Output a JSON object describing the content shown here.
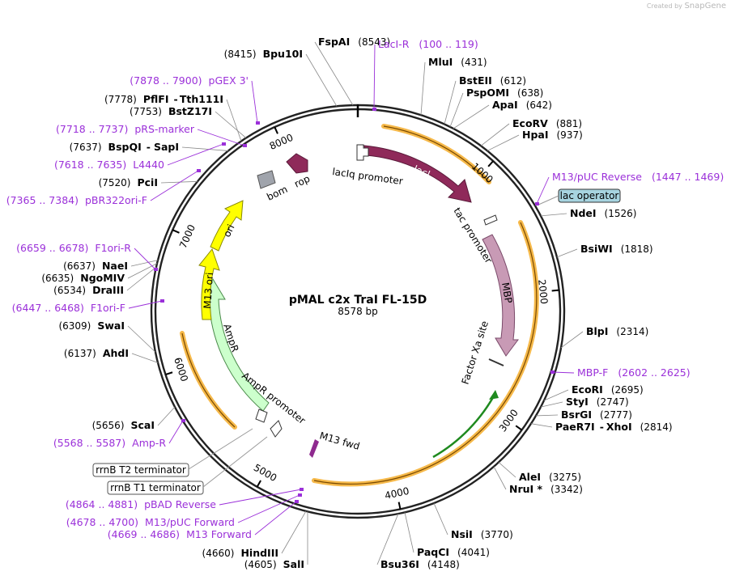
{
  "watermark": {
    "prefix": "Created by",
    "brand": "SnapGene"
  },
  "plasmid": {
    "name": "pMAL c2x TraI FL-15D",
    "size_label": "8578 bp",
    "length": 8578
  },
  "ticks": [
    "1000",
    "2000",
    "3000",
    "4000",
    "5000",
    "6000",
    "7000",
    "8000"
  ],
  "enzymes_right": [
    {
      "name": "FspAI",
      "pos": "(8543)"
    },
    {
      "name": "MluI",
      "pos": "(431)"
    },
    {
      "name": "BstEII",
      "pos": "(612)"
    },
    {
      "name": "PspOMI",
      "pos": "(638)"
    },
    {
      "name": "ApaI",
      "pos": "(642)"
    },
    {
      "name": "EcoRV",
      "pos": "(881)"
    },
    {
      "name": "HpaI",
      "pos": "(937)"
    },
    {
      "name": "NdeI",
      "pos": "(1526)"
    },
    {
      "name": "BsiWI",
      "pos": "(1818)"
    },
    {
      "name": "BlpI",
      "pos": "(2314)"
    },
    {
      "name": "EcoRI",
      "pos": "(2695)"
    },
    {
      "name": "StyI",
      "pos": "(2747)"
    },
    {
      "name": "BsrGI",
      "pos": "(2777)"
    },
    {
      "name": "PaeR7I",
      "name2": "XhoI",
      "pos": "(2814)"
    },
    {
      "name": "AleI",
      "pos": "(3275)"
    },
    {
      "name": "NruI *",
      "pos": "(3342)"
    },
    {
      "name": "NsiI",
      "pos": "(3770)"
    },
    {
      "name": "PaqCI",
      "pos": "(4041)"
    },
    {
      "name": "Bsu36I",
      "pos": "(4148)"
    }
  ],
  "enzymes_left": [
    {
      "name": "Bpu10I",
      "pos": "(8415)"
    },
    {
      "name": "PflFI",
      "name2": "Tth111I",
      "pos": "(7778)"
    },
    {
      "name": "BstZ17I",
      "pos": "(7753)"
    },
    {
      "name": "BspQI",
      "name2": "SapI",
      "pos": "(7637)"
    },
    {
      "name": "PciI",
      "pos": "(7520)"
    },
    {
      "name": "NaeI",
      "pos": "(6637)"
    },
    {
      "name": "NgoMIV",
      "pos": "(6635)"
    },
    {
      "name": "DraIII",
      "pos": "(6534)"
    },
    {
      "name": "SwaI",
      "pos": "(6309)"
    },
    {
      "name": "AhdI",
      "pos": "(6137)"
    },
    {
      "name": "ScaI",
      "pos": "(5656)"
    },
    {
      "name": "HindIII",
      "pos": "(4660)"
    },
    {
      "name": "SalI",
      "pos": "(4605)"
    }
  ],
  "primers": [
    {
      "name": "LacI-R",
      "range": "(100 .. 119)"
    },
    {
      "name": "M13/pUC Reverse",
      "range": "(1447 .. 1469)"
    },
    {
      "name": "MBP-F",
      "range": "(2602 .. 2625)"
    },
    {
      "name": "pGEX 3'",
      "range": "(7878 .. 7900)"
    },
    {
      "name": "pRS-marker",
      "range": "(7718 .. 7737)"
    },
    {
      "name": "L4440",
      "range": "(7618 .. 7635)"
    },
    {
      "name": "pBR322ori-F",
      "range": "(7365 .. 7384)"
    },
    {
      "name": "F1ori-R",
      "range": "(6659 .. 6678)"
    },
    {
      "name": "F1ori-F",
      "range": "(6447 .. 6468)"
    },
    {
      "name": "Amp-R",
      "range": "(5568 .. 5587)"
    },
    {
      "name": "pBAD Reverse",
      "range": "(4864 .. 4881)"
    },
    {
      "name": "M13/pUC Forward",
      "range": "(4678 .. 4700)"
    },
    {
      "name": "M13 Forward",
      "range": "(4669 .. 4686)"
    }
  ],
  "features": {
    "lacIq": "lacIq promoter",
    "lacI": "lacI",
    "tac": "tac promoter",
    "MBP": "MBP",
    "factorXa": "Factor Xa site",
    "M13fwd": "M13 fwd",
    "AmpRprom": "AmpR promoter",
    "AmpR": "AmpR",
    "M13ori": "M13 ori",
    "ori": "ori",
    "bom": "bom",
    "rop": "rop",
    "lacOp": "lac operator",
    "rrnBT2": "rrnB T2 terminator",
    "rrnBT1": "rrnB T1 terminator"
  },
  "colors": {
    "lacI": "#8f2a5a",
    "MBP": "#c89ab5",
    "AmpR": "#ccffcc",
    "ori": "#ffff00",
    "rop": "#8f2a5a",
    "bom": "#a0a4ac",
    "orf": "#f6b94a",
    "primer": "#9b30d9",
    "insert": "#1f8a1f",
    "lacOp": "#a7d4e0"
  }
}
